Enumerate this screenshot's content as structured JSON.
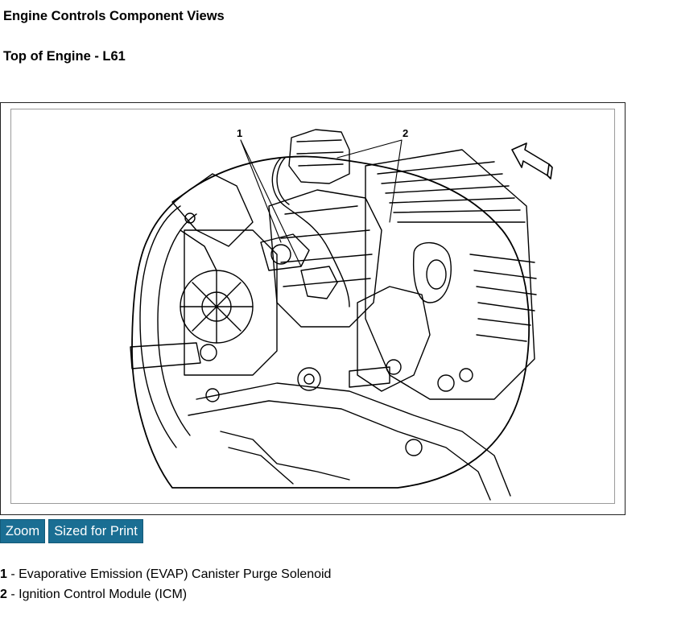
{
  "header": {
    "title": "Engine Controls Component Views",
    "subtitle": "Top of Engine - L61"
  },
  "figure": {
    "callouts": [
      "1",
      "2"
    ]
  },
  "buttons": {
    "zoom": "Zoom",
    "print": "Sized for Print"
  },
  "legend": [
    {
      "num": "1",
      "text": " - Evaporative Emission (EVAP) Canister Purge Solenoid"
    },
    {
      "num": "2",
      "text": " - Ignition Control Module (ICM)"
    }
  ]
}
